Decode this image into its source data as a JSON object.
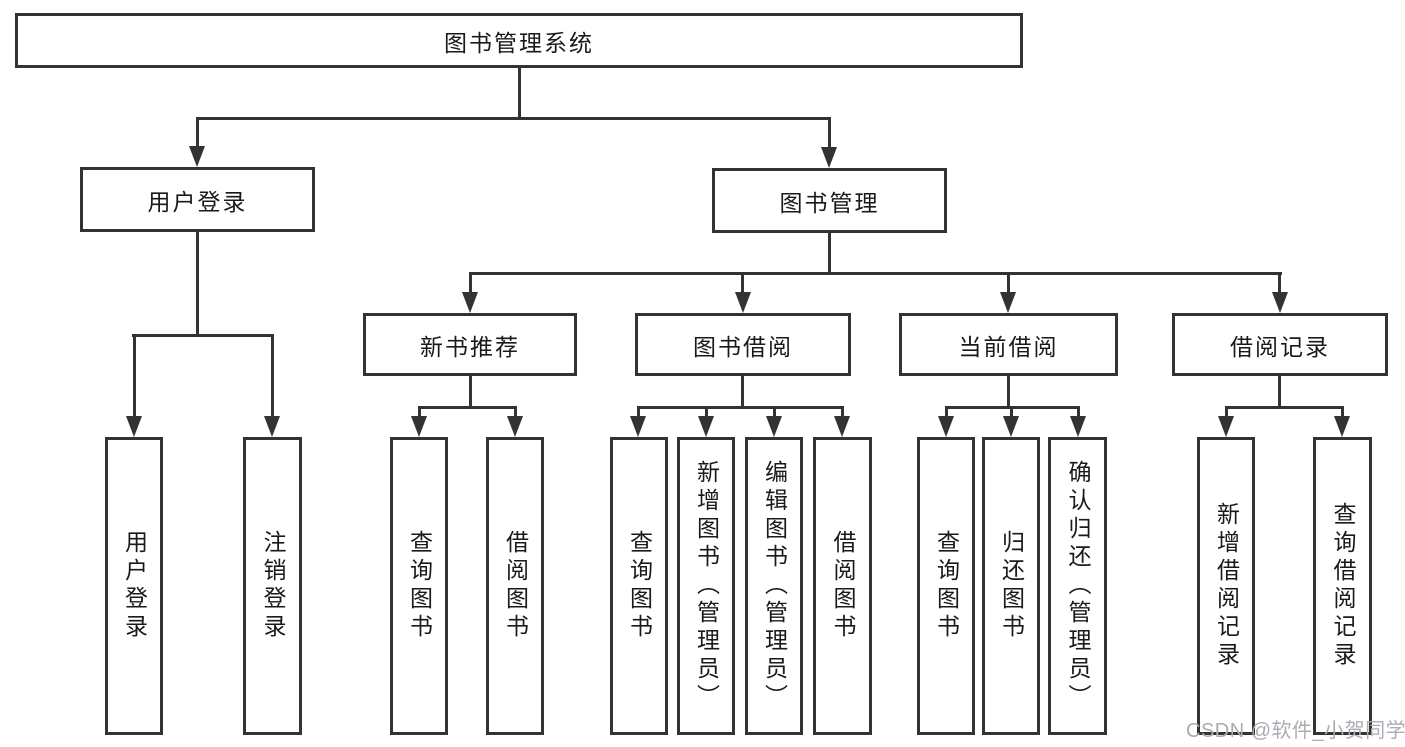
{
  "tree": {
    "root": {
      "label": "图书管理系统"
    },
    "branches": [
      {
        "label": "用户登录",
        "children": [
          "用户登录",
          "注销登录"
        ]
      },
      {
        "label": "图书管理",
        "groups": [
          {
            "label": "新书推荐",
            "children": [
              "查询图书",
              "借阅图书"
            ]
          },
          {
            "label": "图书借阅",
            "children": [
              "查询图书",
              "新增图书（管理员）",
              "编辑图书（管理员）",
              "借阅图书"
            ]
          },
          {
            "label": "当前借阅",
            "children": [
              "查询图书",
              "归还图书",
              "确认归还（管理员）"
            ]
          },
          {
            "label": "借阅记录",
            "children": [
              "新增借阅记录",
              "查询借阅记录"
            ]
          }
        ]
      }
    ]
  },
  "watermark": {
    "text": "CSDN @软件_小贺同学"
  },
  "colors": {
    "line": "#333333",
    "text": "#1a1a1a",
    "watermark_text": "#a9adb2",
    "background": "#ffffff"
  }
}
